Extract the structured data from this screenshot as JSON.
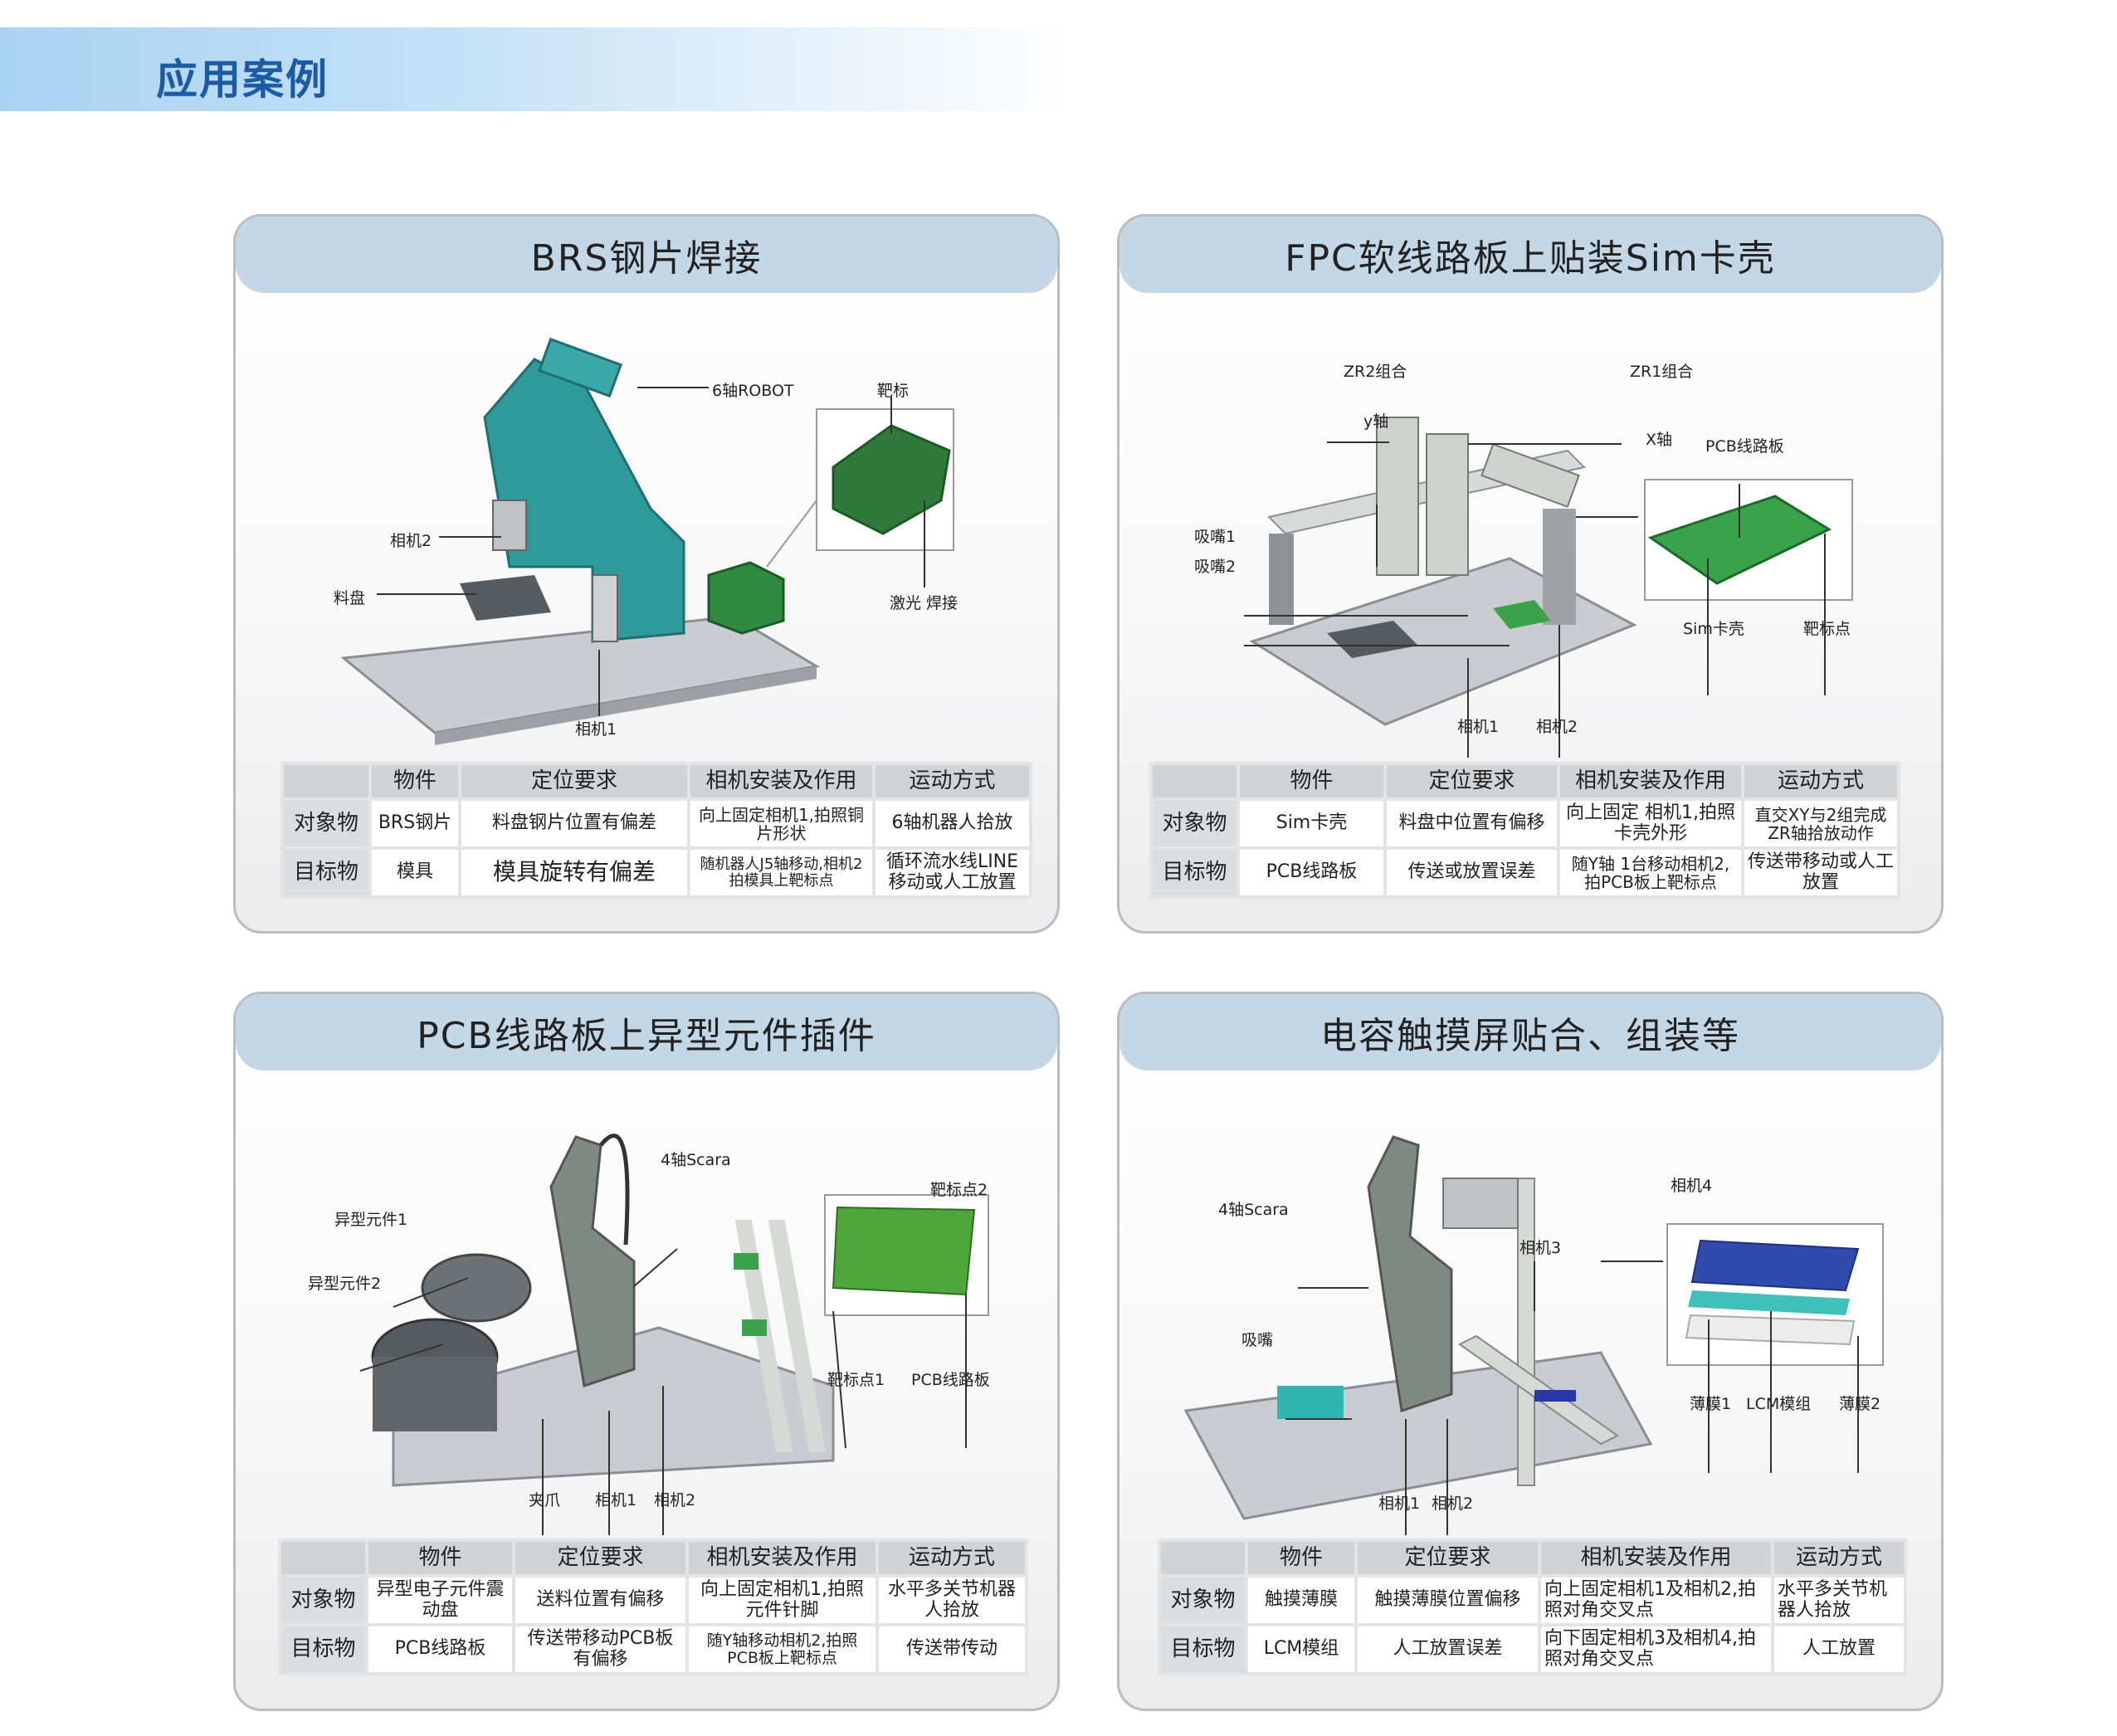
{
  "page_title": "应用案例",
  "cards": [
    {
      "title": "BRS钢片焊接",
      "labels": [
        "6轴ROBOT",
        "靶标",
        "相机2",
        "料盘",
        "激光 焊接",
        "相机1"
      ],
      "table": {
        "headers": [
          "",
          "物件",
          "定位要求",
          "相机安装及作用",
          "运动方式"
        ],
        "rows": [
          [
            "对象物",
            "BRS钢片",
            "料盘钢片位置有偏差",
            "向上固定相机1,拍照铜片形状",
            "6轴机器人拾放"
          ],
          [
            "目标物",
            "模具",
            "模具旋转有偏差",
            "随机器人J5轴移动,相机2拍模具上靶标点",
            "循环流水线LINE移动或人工放置"
          ]
        ]
      }
    },
    {
      "title": "FPC软线路板上贴装Sim卡壳",
      "labels": [
        "ZR2组合",
        "ZR1组合",
        "y轴",
        "X轴",
        "PCB线路板",
        "吸嘴1",
        "吸嘴2",
        "Sim卡壳",
        "靶标点",
        "相机1",
        "相机2"
      ],
      "table": {
        "headers": [
          "",
          "物件",
          "定位要求",
          "相机安装及作用",
          "运动方式"
        ],
        "rows": [
          [
            "对象物",
            "Sim卡壳",
            "料盘中位置有偏移",
            "向上固定 相机1,拍照卡壳外形",
            "直交XY与2组完成ZR轴拾放动作"
          ],
          [
            "目标物",
            "PCB线路板",
            "传送或放置误差",
            "随Y轴 1台移动相机2,拍PCB板上靶标点",
            "传送带移动或人工放置"
          ]
        ]
      }
    },
    {
      "title": "PCB线路板上异型元件插件",
      "labels": [
        "4轴Scara",
        "异型元件1",
        "靶标点2",
        "异型元件2",
        "靶标点1",
        "PCB线路板",
        "夹爪",
        "相机1",
        "相机2"
      ],
      "table": {
        "headers": [
          "",
          "物件",
          "定位要求",
          "相机安装及作用",
          "运动方式"
        ],
        "rows": [
          [
            "对象物",
            "异型电子元件震动盘",
            "送料位置有偏移",
            "向上固定相机1,拍照元件针脚",
            "水平多关节机器人拾放"
          ],
          [
            "目标物",
            "PCB线路板",
            "传送带移动PCB板有偏移",
            "随Y轴移动相机2,拍照PCB板上靶标点",
            "传送带传动"
          ]
        ]
      }
    },
    {
      "title": "电容触摸屏贴合、组装等",
      "labels": [
        "4轴Scara",
        "相机4",
        "相机3",
        "吸嘴",
        "薄膜1",
        "LCM模组",
        "薄膜2",
        "相机1",
        "相机2"
      ],
      "table": {
        "headers": [
          "",
          "物件",
          "定位要求",
          "相机安装及作用",
          "运动方式"
        ],
        "rows": [
          [
            "对象物",
            "触摸薄膜",
            "触摸薄膜位置偏移",
            "向上固定相机1及相机2,拍照对角交叉点",
            "水平多关节机器人拾放"
          ],
          [
            "目标物",
            "LCM模组",
            "人工放置误差",
            "向下固定相机3及相机4,拍照对角交叉点",
            "人工放置"
          ]
        ]
      }
    }
  ],
  "colors": {
    "title_blue": "#1c5aa6",
    "header_bg": "#c3d7e6",
    "robot_teal": "#2f9a9a",
    "pcb_green": "#3aa24a"
  }
}
